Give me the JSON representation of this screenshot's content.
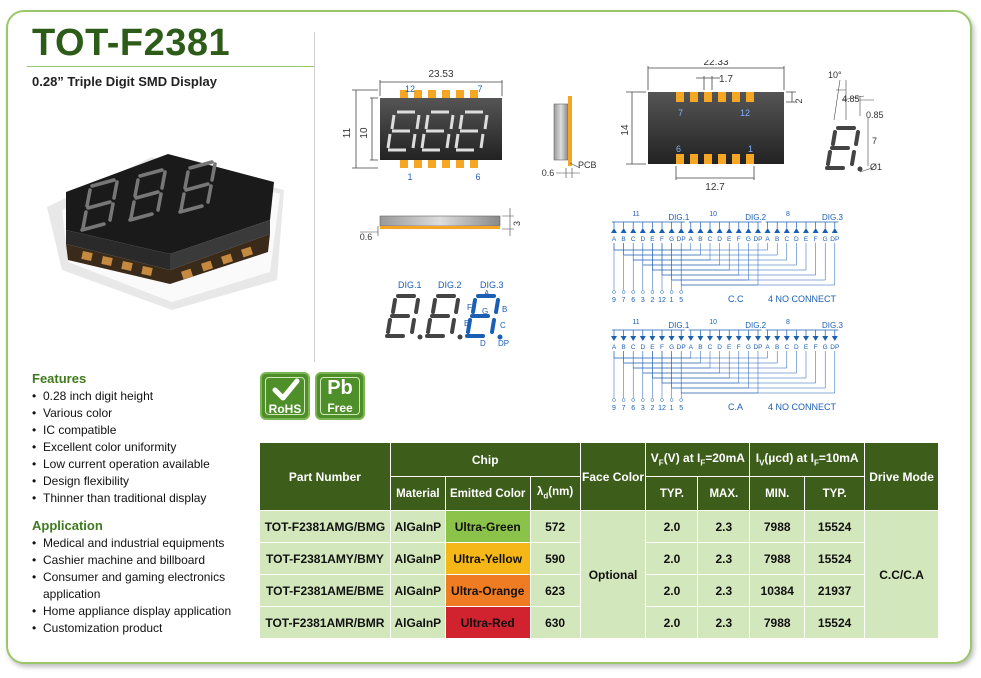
{
  "product": {
    "title": "TOT-F2381",
    "subtitle": "0.28” Triple Digit SMD Display"
  },
  "features": {
    "heading": "Features",
    "items": [
      "0.28 inch digit height",
      "Various color",
      "IC compatible",
      "Excellent color uniformity",
      "Low current operation available",
      "Design flexibility",
      "Thinner than traditional display"
    ]
  },
  "application": {
    "heading": "Application",
    "items": [
      "Medical and industrial equipments",
      "Cashier machine and billboard",
      "Consumer and gaming electronics application",
      "Home appliance display application",
      "Customization product"
    ]
  },
  "badges": {
    "rohs": "RoHS",
    "pb": "Pb",
    "pb_sub": "Free"
  },
  "dimensions": {
    "front_width": "23.53",
    "front_height_outer": "11",
    "front_height_inner": "10",
    "front_pin_left_top": "12",
    "front_pin_right_top": "7",
    "front_pin_left_bottom": "1",
    "front_pin_right_bottom": "6",
    "side_pcb": "PCB",
    "side_thickness": "0.6",
    "back_width": "22.33",
    "back_pitch": "1.7",
    "back_pad": "2",
    "back_height": "14",
    "back_pin_tl": "7",
    "back_pin_tr": "12",
    "back_pin_bl": "6",
    "back_pin_br": "1",
    "back_span": "12.7",
    "digit_angle": "10°",
    "digit_w": "4.85",
    "digit_seg": "0.85",
    "digit_h": "7",
    "digit_dp": "Ø1",
    "bottom_thick": "0.6",
    "bottom_h": "3"
  },
  "segment_legend": {
    "dig1": "DIG.1",
    "dig2": "DIG.2",
    "dig3": "DIG.3",
    "a": "A",
    "b": "B",
    "c": "C",
    "d": "D",
    "e": "E",
    "f": "F",
    "g": "G",
    "dp": "DP"
  },
  "circuit": {
    "segments": [
      "A",
      "B",
      "C",
      "D",
      "E",
      "F",
      "G",
      "DP"
    ],
    "digit_pins": [
      "11",
      "10",
      "8"
    ],
    "digit_labels": [
      "DIG.1",
      "DIG.2",
      "DIG.3"
    ],
    "bottom_pins": [
      "9",
      "7",
      "6",
      "3",
      "2",
      "12",
      "1",
      "5"
    ],
    "cc_label": "C.C",
    "ca_label": "C.A",
    "no_connect": "4 NO CONNECT"
  },
  "table": {
    "part_number": "Part Number",
    "chip": "Chip",
    "material": "Material",
    "emitted_color": "Emitted Color",
    "lambda": "λ",
    "lambda_sub": "d",
    "lambda_unit": "(nm)",
    "face_color": "Face Color",
    "vf_a": "V",
    "vf_sub": "F",
    "vf_b": "(V) at I",
    "vf_isub": "F",
    "vf_c": "=20mA",
    "iv_a": "I",
    "iv_sub": "V",
    "iv_b": "(µcd) at I",
    "iv_isub": "F",
    "iv_c": "=10mA",
    "drive_mode": "Drive Mode",
    "typ": "TYP.",
    "max": "MAX.",
    "min": "MIN.",
    "face_value": "Optional",
    "drive_value": "C.C/C.A",
    "rows": [
      {
        "part": "TOT-F2381AMG/BMG",
        "material": "AlGaInP",
        "color": "Ultra-Green",
        "lambda": "572",
        "vf_typ": "2.0",
        "vf_max": "2.3",
        "iv_min": "7988",
        "iv_typ": "15524"
      },
      {
        "part": "TOT-F2381AMY/BMY",
        "material": "AlGaInP",
        "color": "Ultra-Yellow",
        "lambda": "590",
        "vf_typ": "2.0",
        "vf_max": "2.3",
        "iv_min": "7988",
        "iv_typ": "15524"
      },
      {
        "part": "TOT-F2381AME/BME",
        "material": "AlGaInP",
        "color": "Ultra-Orange",
        "lambda": "623",
        "vf_typ": "2.0",
        "vf_max": "2.3",
        "iv_min": "10384",
        "iv_typ": "21937"
      },
      {
        "part": "TOT-F2381AMR/BMR",
        "material": "AlGaInP",
        "color": "Ultra-Red",
        "lambda": "630",
        "vf_typ": "2.0",
        "vf_max": "2.3",
        "iv_min": "7988",
        "iv_typ": "15524"
      }
    ]
  },
  "colors": {
    "brand_green": "#2d5c18",
    "accent_green": "#3f7a1e",
    "header_dark": "#3d5e1a",
    "cell_light": "#d3e7bc",
    "pin_orange": "#f5a623",
    "drawing_blue": "#1b5fb4"
  }
}
